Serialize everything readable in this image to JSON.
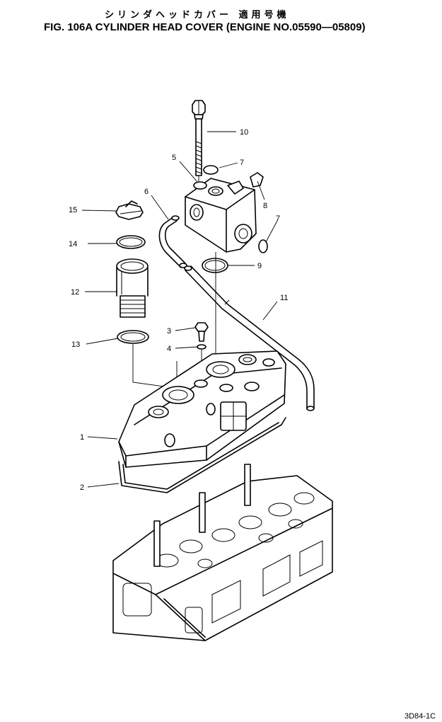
{
  "figure": {
    "title_jp": "シリンダヘッドカバー 適用号機",
    "title_en": "FIG. 106A CYLINDER HEAD COVER (ENGINE NO.05590—05809)",
    "page_code": "3D84-1C"
  },
  "callouts": [
    {
      "id": "1",
      "label": "1"
    },
    {
      "id": "2",
      "label": "2"
    },
    {
      "id": "3",
      "label": "3"
    },
    {
      "id": "4",
      "label": "4"
    },
    {
      "id": "5",
      "label": "5"
    },
    {
      "id": "6",
      "label": "6"
    },
    {
      "id": "7a",
      "label": "7"
    },
    {
      "id": "7b",
      "label": "7"
    },
    {
      "id": "8",
      "label": "8"
    },
    {
      "id": "9",
      "label": "9"
    },
    {
      "id": "10",
      "label": "10"
    },
    {
      "id": "11",
      "label": "11"
    },
    {
      "id": "12",
      "label": "12"
    },
    {
      "id": "13",
      "label": "13"
    },
    {
      "id": "14",
      "label": "14"
    },
    {
      "id": "15",
      "label": "15"
    }
  ]
}
